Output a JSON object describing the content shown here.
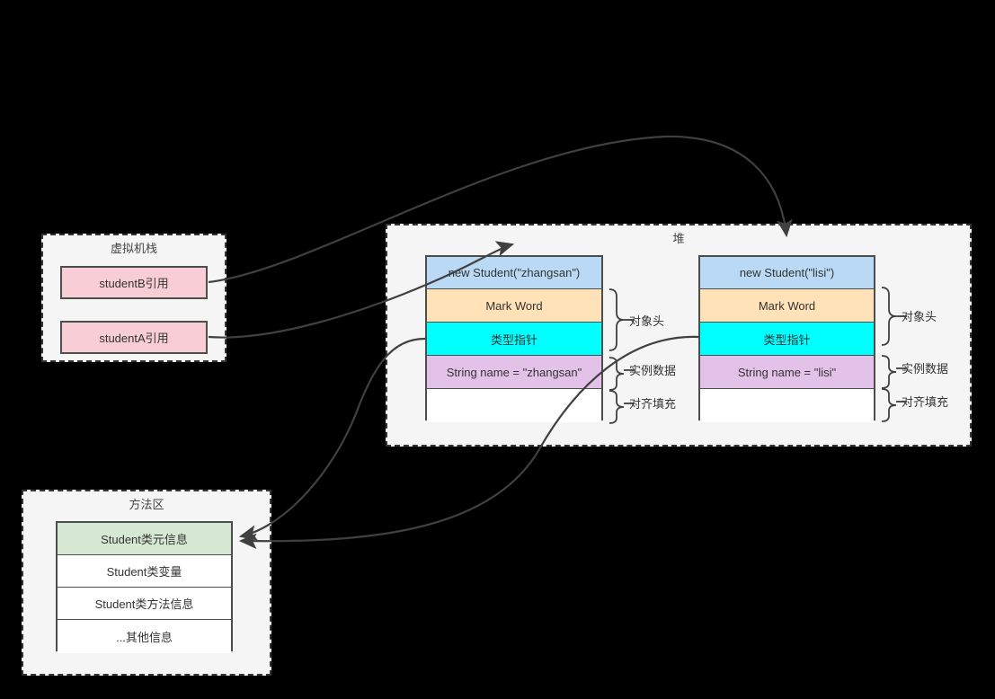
{
  "diagram": {
    "title_hidden": "JVM memory layout of Student objects",
    "background_color": "#000000"
  },
  "regions": {
    "stack": {
      "label": "虚拟机栈",
      "refs": [
        {
          "label": "studentB引用",
          "color": "#f8cdd5"
        },
        {
          "label": "studentA引用",
          "color": "#f8cdd5"
        }
      ]
    },
    "heap": {
      "label": "堆",
      "objects": [
        {
          "header": "new Student(\"zhangsan\")",
          "rows": [
            {
              "label": "Mark Word",
              "color": "#ffe2b8"
            },
            {
              "label": "类型指针",
              "color": "#00ffff"
            },
            {
              "label": "String name = \"zhangsan\"",
              "color": "#e3c2e9"
            },
            {
              "label": "",
              "color": "#ffffff"
            }
          ],
          "annotations": [
            {
              "label": "对象头"
            },
            {
              "label": "实例数据"
            },
            {
              "label": "对齐填充"
            }
          ]
        },
        {
          "header": "new Student(\"lisi\")",
          "rows": [
            {
              "label": "Mark Word",
              "color": "#ffe2b8"
            },
            {
              "label": "类型指针",
              "color": "#00ffff"
            },
            {
              "label": "String name = \"lisi\"",
              "color": "#e3c2e9"
            },
            {
              "label": "",
              "color": "#ffffff"
            }
          ],
          "annotations": [
            {
              "label": "对象头"
            },
            {
              "label": "实例数据"
            },
            {
              "label": "对齐填充"
            }
          ]
        }
      ]
    },
    "method_area": {
      "label": "方法区",
      "rows": [
        {
          "label": "Student类元信息",
          "color": "#d5e8d4"
        },
        {
          "label": "Student类变量",
          "color": "#ffffff"
        },
        {
          "label": "Student类方法信息",
          "color": "#ffffff"
        },
        {
          "label": "...其他信息",
          "color": "#ffffff"
        }
      ]
    }
  },
  "connectors": {
    "stroke_color": "#404040",
    "items": [
      {
        "name": "studentB-to-lisi-object",
        "from": "studentB引用",
        "to": "new Student(\"lisi\")"
      },
      {
        "name": "studentA-to-zhangsan-object",
        "from": "studentA引用",
        "to": "new Student(\"zhangsan\")"
      },
      {
        "name": "zhangsan-ptr-to-metadata",
        "from": "类型指针",
        "to": "Student类元信息"
      },
      {
        "name": "lisi-ptr-to-metadata",
        "from": "类型指针",
        "to": "Student类元信息"
      }
    ]
  }
}
